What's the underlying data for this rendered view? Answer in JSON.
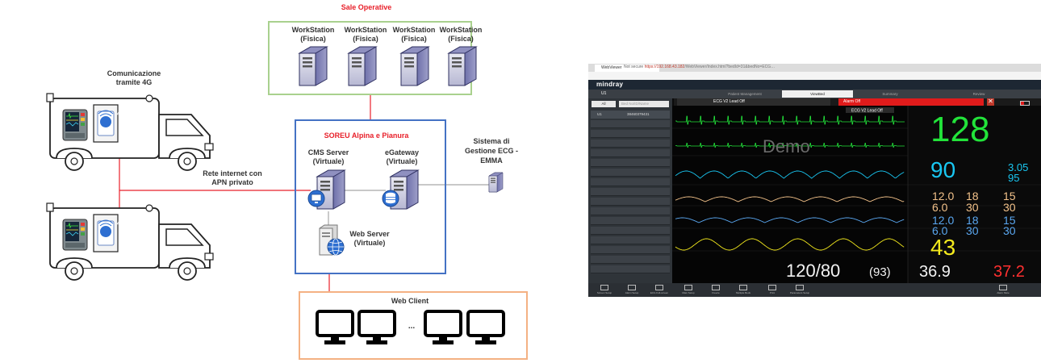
{
  "diagram": {
    "sale_operative": {
      "title": "Sale Operative",
      "workstations": [
        {
          "line1": "WorkStation",
          "line2": "(Fisica)"
        },
        {
          "line1": "WorkStation",
          "line2": "(Fisica)"
        },
        {
          "line1": "WorkStation",
          "line2": "(Fisica)"
        },
        {
          "line1": "WorkStation",
          "line2": "(Fisica)"
        }
      ]
    },
    "comunicazione": {
      "line1": "Comunicazione",
      "line2": "tramite 4G"
    },
    "ambulance_badge": "4G",
    "rete": {
      "line1": "Rete internet con",
      "line2": "APN privato"
    },
    "soreu": {
      "title": "SOREU Alpina e Pianura",
      "cms": {
        "line1": "CMS Server",
        "line2": "(Virtuale)"
      },
      "egateway": {
        "line1": "eGateway",
        "line2": "(Virtuale)"
      },
      "webserver": {
        "line1": "Web Server",
        "line2": "(Virtuale)"
      }
    },
    "sistema": {
      "line1": "Sistema di",
      "line2": "Gestione ECG -",
      "line3": "EMMA"
    },
    "web_client": {
      "title": "Web Client",
      "ellipsis": "..."
    },
    "colors": {
      "red": "#e8202a",
      "green": "#a9d18e",
      "blue": "#4472c4",
      "peach": "#f4b183",
      "line_gray": "#a6a6a6"
    }
  },
  "monitor": {
    "browser_tab": "WebViewer",
    "address_prefix": "Not secure",
    "address_red": "https://192.168.43.182",
    "address_rest": "/WebViewer/Index.html?bedId=31&bedNo=ECG…",
    "brand": "mindray",
    "bed_label": "U1",
    "tabs": [
      "Patient Management",
      "ViewBed",
      "Summary",
      "Review"
    ],
    "filter": "All",
    "search_placeholder": "Bed No/ID/Name",
    "bed_row": {
      "id": "U1",
      "number": "38460379431"
    },
    "alarm_left": "ECG V2 Lead Off",
    "alarm_right": "Alarm Off",
    "wave_tag": "ECG V2 Lead Off",
    "demo": "Demo",
    "hr": "128",
    "spo2": "90",
    "pr": "3.05",
    "pr2": "95",
    "ibp1": {
      "a": "12.0",
      "b": "18",
      "c": "15",
      "d": "6.0",
      "e": "30",
      "f": "30"
    },
    "ibp2": {
      "a": "12.0",
      "b": "18",
      "c": "15",
      "d": "6.0",
      "e": "30",
      "f": "30"
    },
    "resp": "43",
    "nibp": "120/80",
    "nibp_mean": "(93)",
    "temp1": "36.9",
    "temp2": "37.2",
    "bottom_buttons": [
      "Screen Setup",
      "Alarm Setup",
      "ECG Full-screen",
      "Main Setup",
      "Freeze",
      "Multiple Beds",
      "Print",
      "Parameters Setup",
      "Alarm Mute"
    ],
    "colors": {
      "green": "#22e33a",
      "cyan": "#19c7f2",
      "yellow": "#f4ea1d",
      "orange": "#f3c28a",
      "blue": "#5aa7f0",
      "red": "#ff3030",
      "white": "#f2f2f2"
    }
  }
}
